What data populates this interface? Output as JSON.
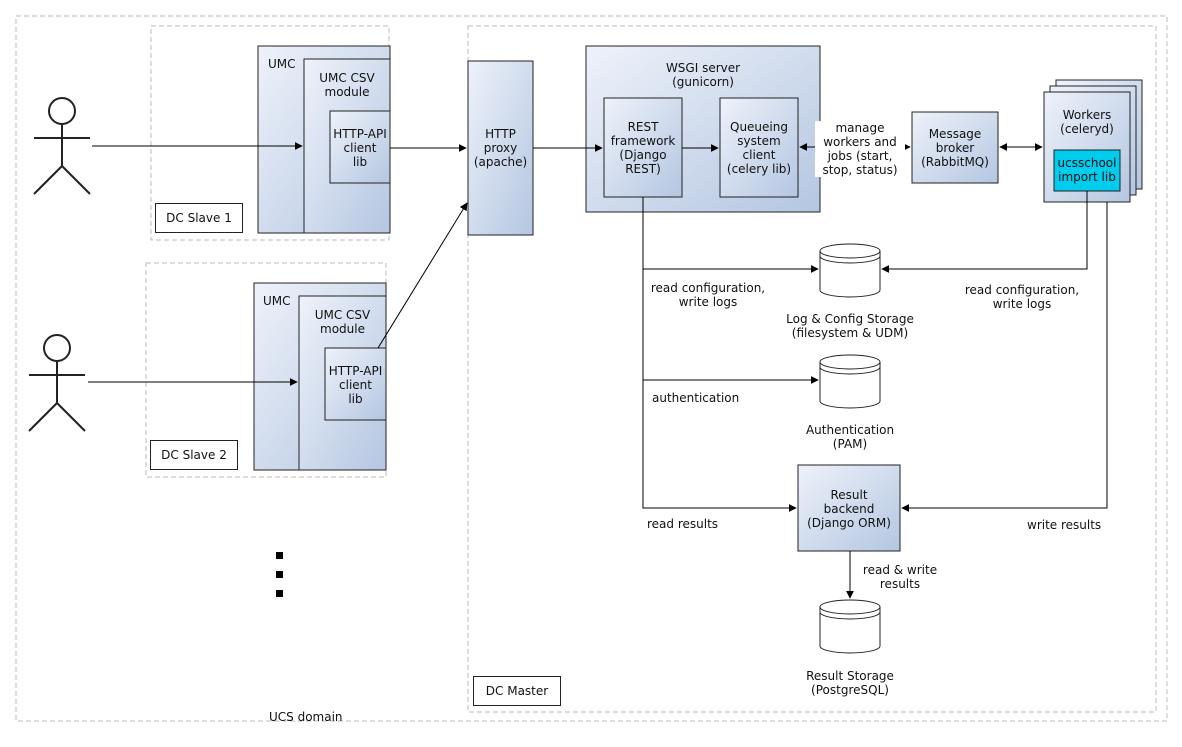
{
  "domain_label": "UCS domain",
  "dc_slave_1": {
    "label": "DC Slave 1",
    "umc": "UMC",
    "umc_csv": "UMC CSV\nmodule",
    "http_api": "HTTP-API\nclient\nlib"
  },
  "dc_slave_2": {
    "label": "DC Slave 2",
    "umc": "UMC",
    "umc_csv": "UMC CSV\nmodule",
    "http_api": "HTTP-API\nclient\nlib"
  },
  "dc_master": {
    "label": "DC Master",
    "http_proxy": "HTTP\nproxy\n(apache)",
    "wsgi": "WSGI server\n(gunicorn)",
    "rest": "REST\nframework\n(Django\nREST)",
    "queue": "Queueing\nsystem\nclient\n(celery lib)",
    "manage_label": "manage\nworkers and\njobs (start,\nstop, status)",
    "broker": "Message\nbroker\n(RabbitMQ)",
    "workers": "Workers\n(celeryd)",
    "import_lib": "ucsschool\nimport lib",
    "log_storage": "Log & Config Storage\n(filesystem & UDM)",
    "auth_storage": "Authentication\n(PAM)",
    "result_backend": "Result\nbackend\n(Django ORM)",
    "result_storage": "Result Storage\n(PostgreSQL)",
    "read_config_left": "read configuration,\nwrite logs",
    "read_config_right": "read configuration,\nwrite logs",
    "authentication": "authentication",
    "read_results": "read results",
    "write_results": "write results",
    "read_write_results": "read & write\nresults"
  },
  "colors": {
    "box_gradient_start": "#e8eef8",
    "box_gradient_end": "#b8c8e2",
    "import_lib": "#00ccee",
    "line": "#000000",
    "dashed": "#bbbbbb"
  }
}
